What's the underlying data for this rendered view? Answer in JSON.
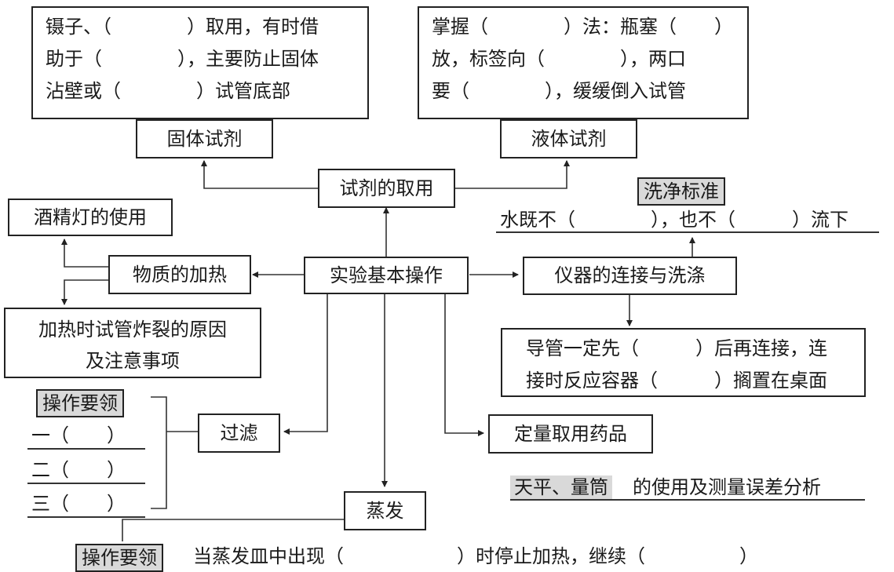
{
  "solid": {
    "lines": [
      "镊子、（　　　　）取用，有时借",
      "助于（　　　　），主要防止固体",
      "沾壁或（　　　　）试管底部"
    ],
    "title": "固体试剂"
  },
  "liquid": {
    "lines": [
      "掌握（　　　　）法：瓶塞（　　）",
      "放，标签向（　　　　），两口",
      "要（　　　　），缓缓倒入试管"
    ],
    "title": "液体试剂"
  },
  "reagent": "试剂的取用",
  "clean_standard": {
    "tag": "洗净标准",
    "text": "水既不（　　　　），也不（　　　）流下"
  },
  "alcohol_lamp": "酒精灯的使用",
  "heating": "物质的加热",
  "center": "实验基本操作",
  "connect_wash": "仪器的连接与洗涤",
  "crack_reason": [
    "加热时试管炸裂的原因",
    "及注意事项"
  ],
  "tube_note": [
    "导管一定先（　　　）后再连接，连",
    "接时反应容器（　　　）搁置在桌面"
  ],
  "filter": {
    "tag": "操作要领",
    "items": [
      "一（　　）",
      "二（　　）",
      "三（　　）"
    ],
    "title": "过滤"
  },
  "quant": "定量取用药品",
  "balance": {
    "tag": "天平、量筒",
    "text": "的使用及测量误差分析"
  },
  "evaporate": "蒸发",
  "evap_note": {
    "tag": "操作要领",
    "text": "当蒸发皿中出现（　　　　　　）时停止加热，继续（　　　　　）"
  }
}
